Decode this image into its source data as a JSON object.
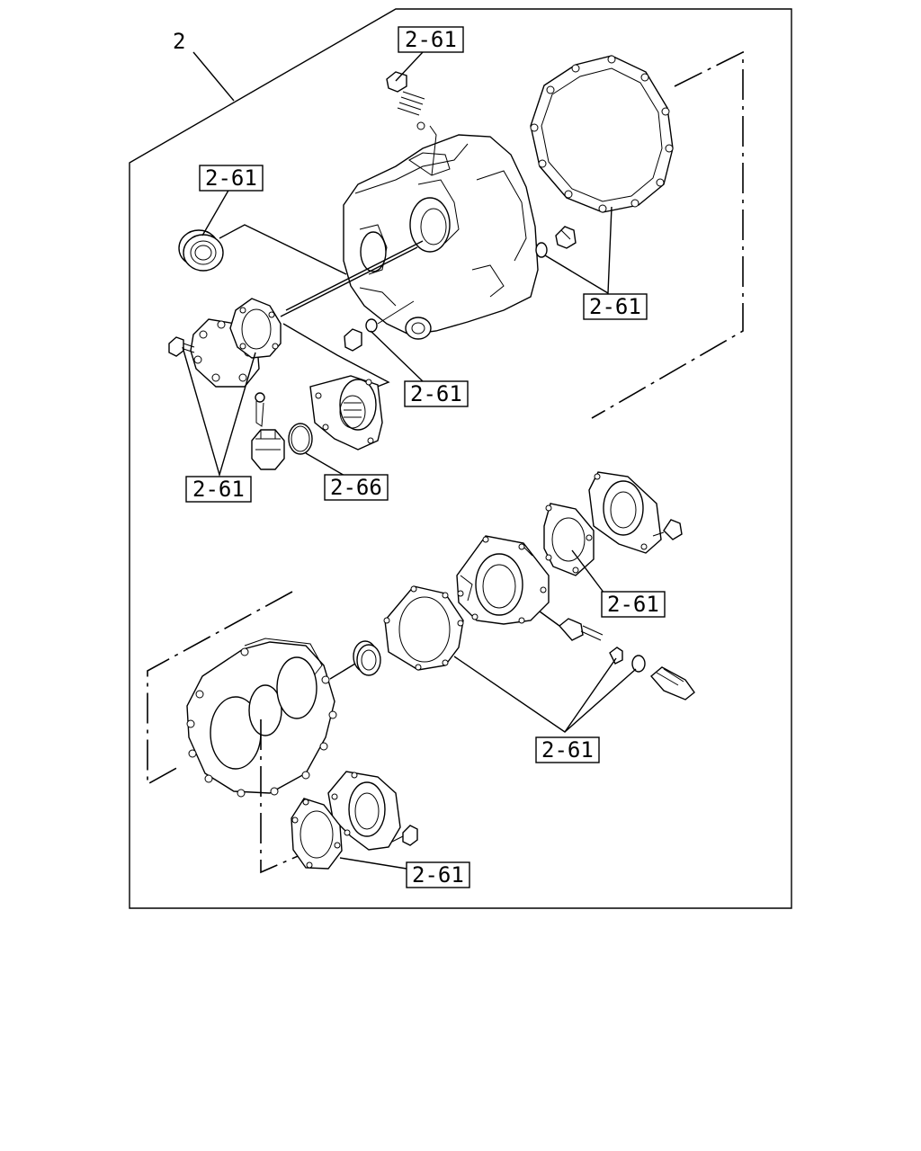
{
  "assembly_number": "2",
  "callouts": [
    {
      "id": "c1",
      "text": "2-61"
    },
    {
      "id": "c2",
      "text": "2-61"
    },
    {
      "id": "c3",
      "text": "2-61"
    },
    {
      "id": "c4",
      "text": "2-61"
    },
    {
      "id": "c5",
      "text": "2-61"
    },
    {
      "id": "c6",
      "text": "2-66"
    },
    {
      "id": "c7",
      "text": "2-61"
    },
    {
      "id": "c8",
      "text": "2-61"
    },
    {
      "id": "c9",
      "text": "2-61"
    }
  ]
}
